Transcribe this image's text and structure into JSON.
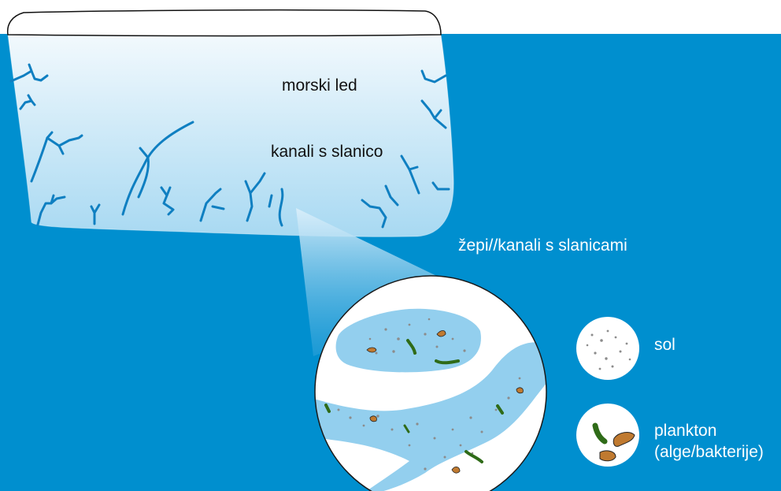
{
  "diagram": {
    "labels": {
      "sea_ice": "morski led",
      "brine_channels": "kanali s slanico",
      "brine_pockets": "žepi//kanali s slanicami",
      "salt": "sol",
      "plankton_line1": "plankton",
      "plankton_line2": "(alge/bakterije)"
    },
    "legend": [
      {
        "icon": "salt-grains-icon",
        "label_key": "salt"
      },
      {
        "icon": "plankton-icon",
        "label_key": "plankton"
      }
    ]
  },
  "colors": {
    "seawater": "#008fcf",
    "ice_top": "#f2f9fd",
    "ice_bottom": "#a8d9f2",
    "brine_channel": "#0f7fc1",
    "brine_pocket": "#93cfee",
    "algae_green": "#2f6b18",
    "bacteria_orange": "#c07a30",
    "salt_grain": "#8c8c8c"
  }
}
